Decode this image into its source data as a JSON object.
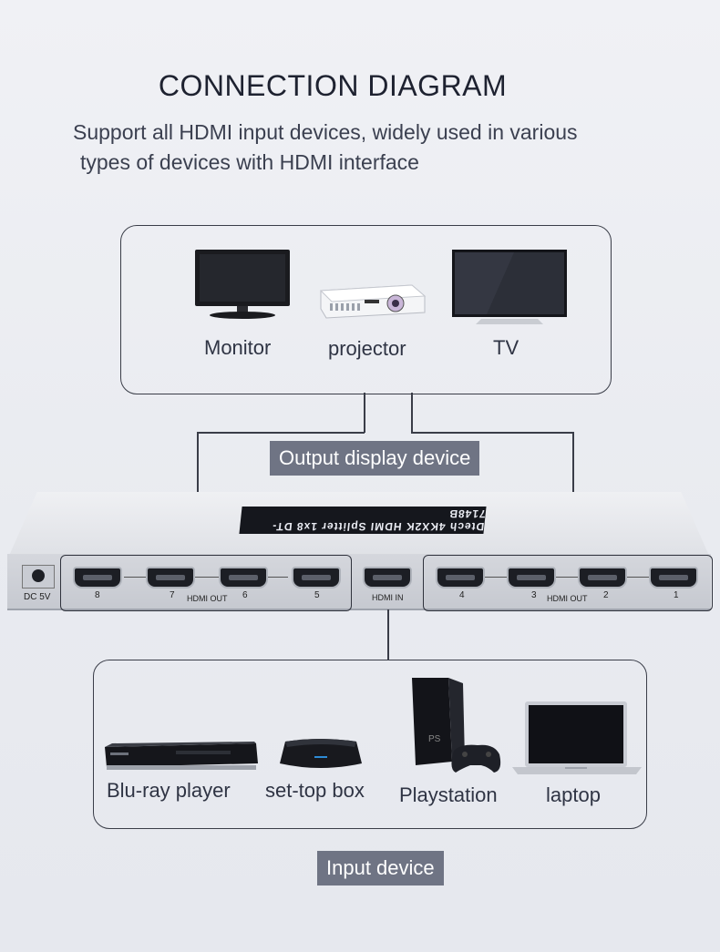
{
  "heading": {
    "title": "CONNECTION DIAGRAM",
    "subtitle_line1": "Support all HDMI input devices, widely used in various",
    "subtitle_line2": "types of devices with HDMI interface"
  },
  "output_devices": [
    {
      "label": "Monitor",
      "icon": "monitor-icon"
    },
    {
      "label": "projector",
      "icon": "projector-icon"
    },
    {
      "label": "TV",
      "icon": "tv-icon"
    }
  ],
  "output_tag": "Output display device",
  "splitter": {
    "badge": "Dtech 4KX2K HDMI Splitter 1x8 DT-7148B",
    "dc_label": "DC 5V",
    "hdmi_in_label": "HDMI IN",
    "hdmi_out_label": "HDMI OUT",
    "left_ports": [
      "8",
      "7",
      "6",
      "5"
    ],
    "right_ports": [
      "4",
      "3",
      "2",
      "1"
    ]
  },
  "input_devices": [
    {
      "label": "Blu-ray player",
      "icon": "bluray-player-icon"
    },
    {
      "label": "set-top box",
      "icon": "set-top-box-icon"
    },
    {
      "label": "Playstation",
      "icon": "playstation-icon"
    },
    {
      "label": "laptop",
      "icon": "laptop-icon"
    }
  ],
  "input_tag": "Input device"
}
